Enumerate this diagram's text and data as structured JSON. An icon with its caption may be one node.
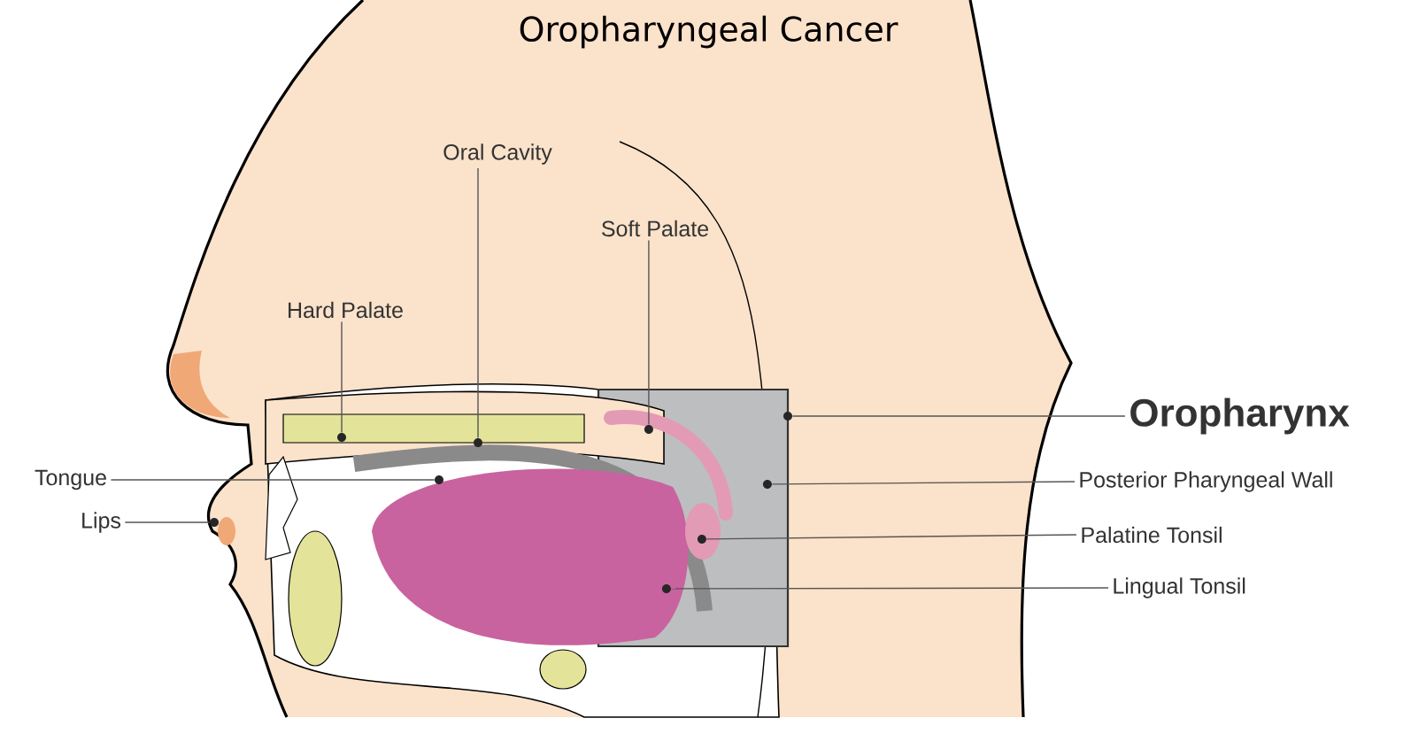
{
  "diagram": {
    "title": "Oropharyngeal Cancer",
    "nodes": [
      {
        "text": [
          "Oral Cavity"
        ]
      },
      {
        "text": [
          "Soft Palate"
        ]
      },
      {
        "text": [
          "Hard Palate"
        ]
      },
      {
        "text": [
          "Oropharynx"
        ]
      },
      {
        "text": [],
        "shape": "box"
      },
      {
        "text": [
          "Tongue"
        ]
      },
      {
        "text": [
          "Posterior Pharyngeal Wall"
        ]
      },
      {
        "text": [
          "Lips"
        ]
      },
      {
        "text": [
          "Palatine Tonsil"
        ]
      },
      {
        "text": [
          "Lingual Tonsil"
        ]
      },
      {
        "text": [],
        "shape": "circle"
      },
      {
        "text": [],
        "shape": "circle"
      },
      {
        "text": [],
        "shape": "circle"
      },
      {
        "text": [],
        "shape": "circle"
      },
      {
        "text": [],
        "shape": "circle",
        "in": 4
      },
      {
        "text": [],
        "shape": "circle",
        "in": 4
      },
      {
        "text": [],
        "shape": "circle",
        "in": 4
      },
      {
        "text": [],
        "shape": "circle",
        "in": 4
      },
      {
        "text": [],
        "shape": "circle"
      }
    ],
    "edges": [
      {
        "from": 0,
        "to": 13,
        "arrow": "none"
      },
      {
        "from": 1,
        "to": 14,
        "arrow": "none"
      },
      {
        "from": 2,
        "to": 11,
        "arrow": "none"
      },
      {
        "from": 3,
        "to": 18,
        "arrow": "none"
      },
      {
        "from": 5,
        "to": 12,
        "arrow": "none"
      },
      {
        "from": 6,
        "to": 17,
        "arrow": "none"
      },
      {
        "from": 7,
        "to": 10,
        "arrow": "none"
      },
      {
        "from": 8,
        "to": 16,
        "arrow": "none"
      },
      {
        "from": 9,
        "to": 15,
        "arrow": "none"
      }
    ]
  }
}
